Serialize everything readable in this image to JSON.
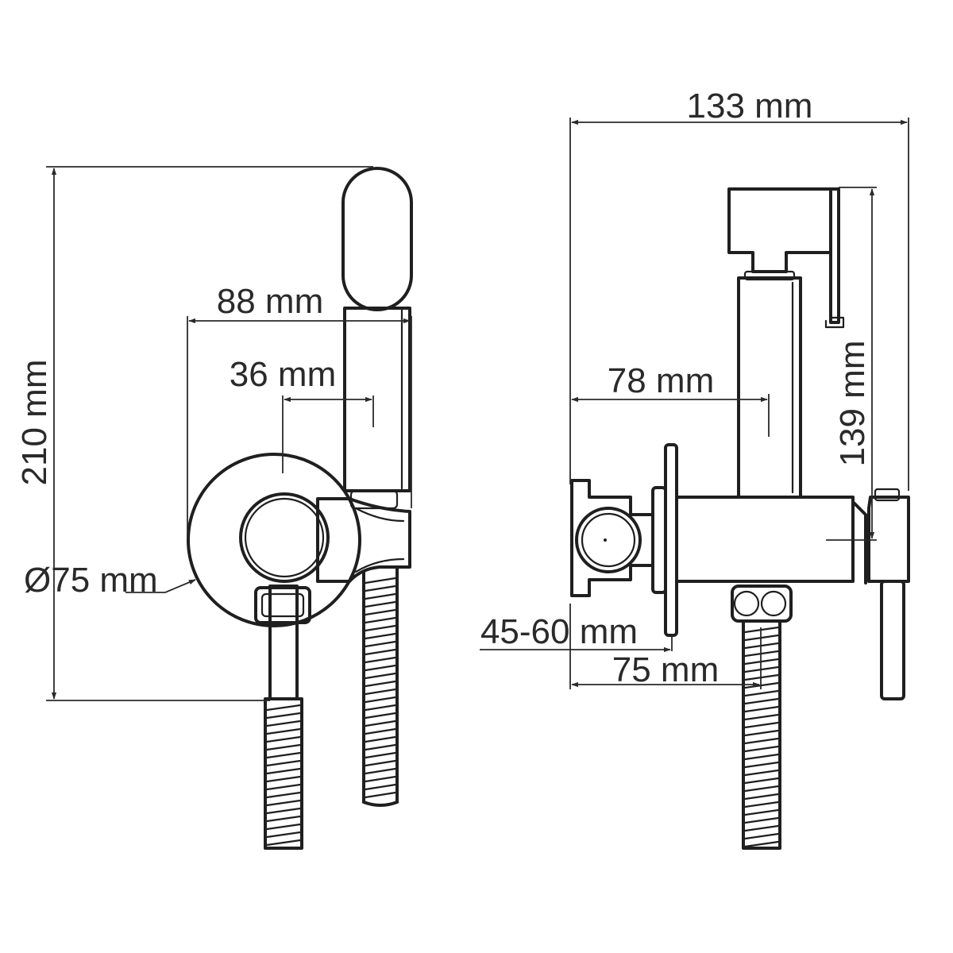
{
  "dimensions": {
    "overall_height": "210 mm",
    "handle_width": "88 mm",
    "hand_offset": "36 mm",
    "plate_diameter": "Ø75 mm",
    "overall_width": "133 mm",
    "body_depth": "78 mm",
    "spray_height": "139 mm",
    "wall_depth": "45-60 mm",
    "outlet_offset": "75 mm"
  }
}
